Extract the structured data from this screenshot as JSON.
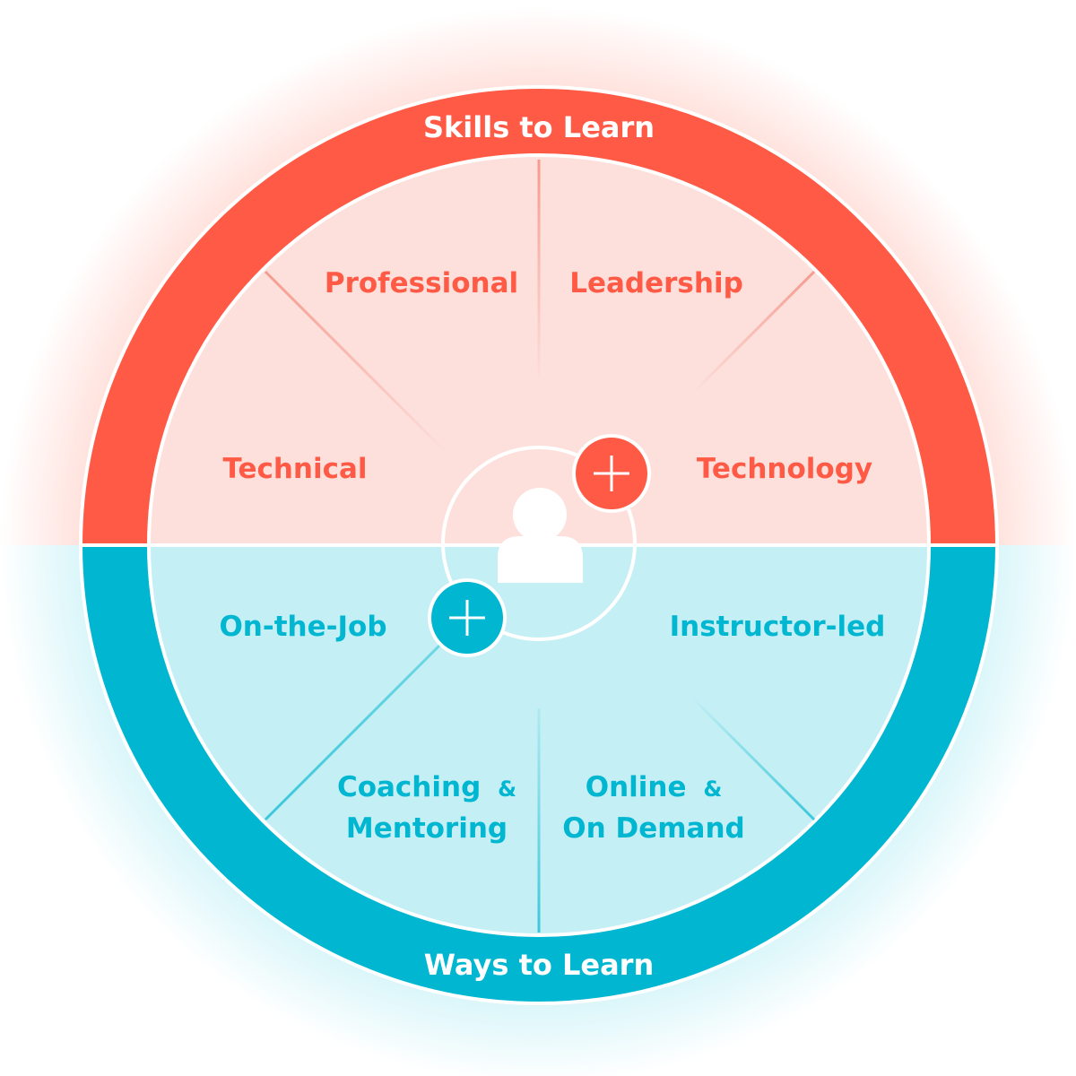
{
  "colors": {
    "skills_accent": "#ff5a45",
    "skills_fill": "#fde0dc",
    "skills_divider": "#f7a79c",
    "ways_accent": "#00b6d0",
    "ways_fill": "#c4eff5",
    "ways_divider": "#4fcbdc",
    "center_line": "#ffffff"
  },
  "rings": {
    "top_label": "Skills to Learn",
    "bottom_label": "Ways to Learn"
  },
  "skills": {
    "professional": "Professional",
    "leadership": "Leadership",
    "technical": "Technical",
    "technology": "Technology"
  },
  "ways": {
    "on_the_job": "On-the-Job",
    "instructor_led": "Instructor-led",
    "coaching_line1": "Coaching",
    "coaching_amp": "&",
    "coaching_line2": "Mentoring",
    "online_line1": "Online",
    "online_amp": "&",
    "online_line2": "On Demand"
  },
  "icons": {
    "center": "person-icon",
    "skills_add": "plus-icon",
    "ways_add": "plus-icon"
  }
}
